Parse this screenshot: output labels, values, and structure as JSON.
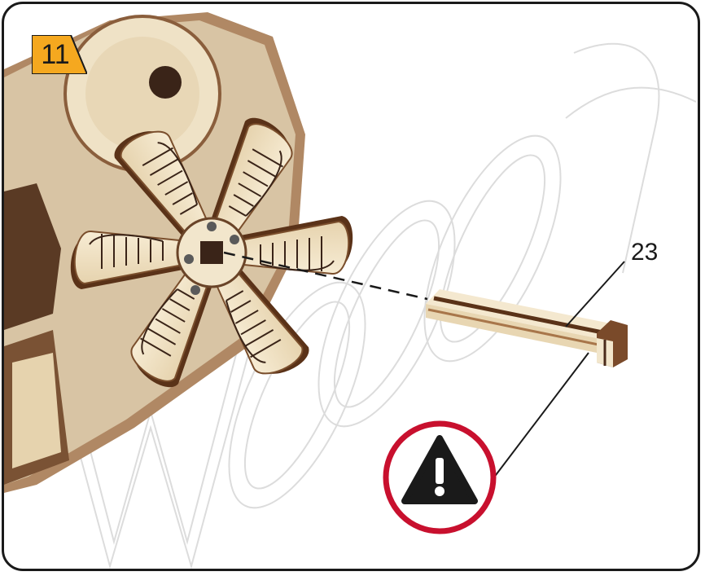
{
  "step": {
    "number": "11",
    "badge_color": "#f5a81f"
  },
  "part": {
    "label": "23"
  },
  "warning": {
    "icon": "warning-triangle-icon",
    "ring_color": "#c8102e"
  },
  "watermark": {
    "text": "wooden"
  },
  "colors": {
    "wood_light": "#f2e6cc",
    "wood_mid": "#a8764a",
    "wood_dark": "#4a2a1a",
    "frame": "#1a1a1a"
  }
}
